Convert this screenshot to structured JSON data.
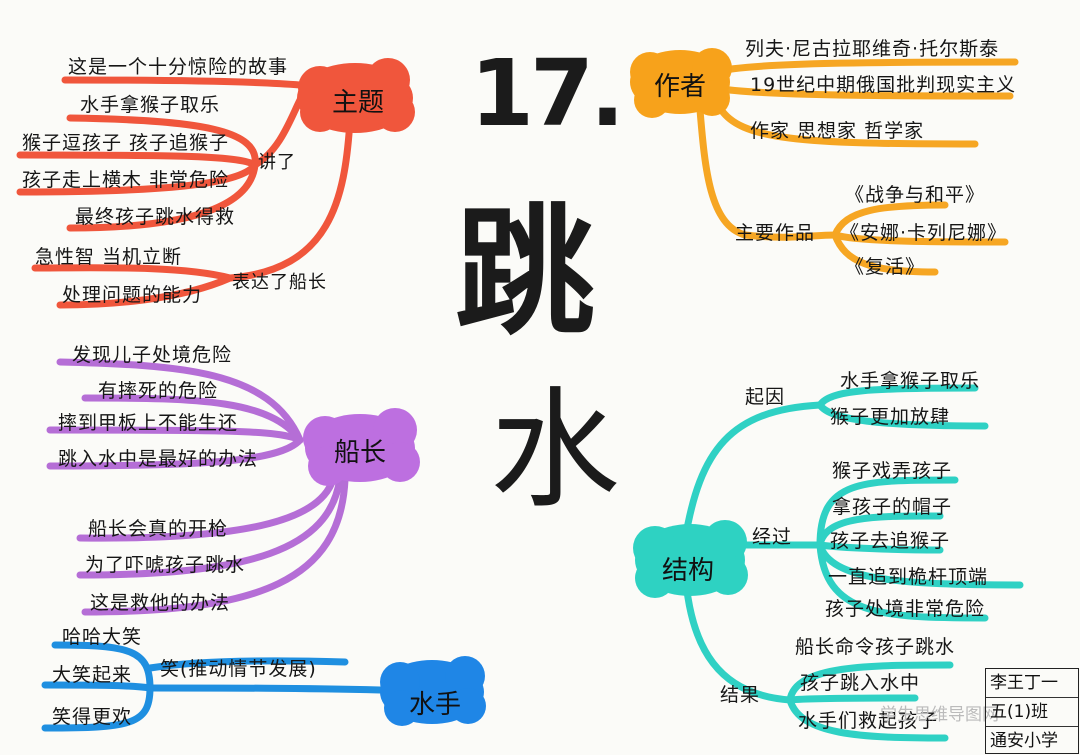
{
  "title": {
    "number": "17.",
    "char1": "跳",
    "char2": "水"
  },
  "colors": {
    "theme": "#f0563c",
    "author": "#f6a623",
    "captain": "#b56ed6",
    "sailor": "#1f8fe0",
    "structure": "#2fd1c4"
  },
  "theme": {
    "label": "主题",
    "story": "这是一个十分惊险的故事",
    "jiang": "讲了",
    "jiang_items": [
      "水手拿猴子取乐",
      "猴子逗孩子  孩子追猴子",
      "孩子走上横木  非常危险",
      "最终孩子跳水得救"
    ],
    "biaoda": "表达了船长",
    "biaoda_items": [
      "急性智  当机立断",
      "处理问题的能力"
    ]
  },
  "author": {
    "label": "作者",
    "items": [
      "列夫·尼古拉耶维奇·托尔斯泰",
      "19世纪中期俄国批判现实主义",
      "作家  思想家  哲学家"
    ],
    "works_label": "主要作品",
    "works": [
      "《战争与和平》",
      "《安娜·卡列尼娜》",
      "《复活》"
    ]
  },
  "captain": {
    "label": "船长",
    "items_top": [
      "发现儿子处境危险",
      "有摔死的危险",
      "摔到甲板上不能生还",
      "跳入水中是最好的办法"
    ],
    "items_bottom": [
      "船长会真的开枪",
      "为了吓唬孩子跳水",
      "这是救他的办法"
    ]
  },
  "sailor": {
    "label": "水手",
    "items": [
      "哈哈大笑",
      "大笑起来",
      "笑得更欢"
    ],
    "note": "笑(推动情节发展)"
  },
  "structure": {
    "label": "结构",
    "qiyin": "起因",
    "qiyin_items": [
      "水手拿猴子取乐",
      "猴子更加放肆"
    ],
    "jingguo": "经过",
    "jingguo_items": [
      "猴子戏弄孩子",
      "拿孩子的帽子",
      "孩子去追猴子",
      "一直追到桅杆顶端",
      "孩子处境非常危险"
    ],
    "jieguo": "结果",
    "jieguo_items": [
      "船长命令孩子跳水",
      "孩子跳入水中",
      "水手们救起孩子"
    ]
  },
  "signature": [
    "李王丁一",
    "五(1)班",
    "通安小学"
  ],
  "watermark": "学生思维导图网"
}
